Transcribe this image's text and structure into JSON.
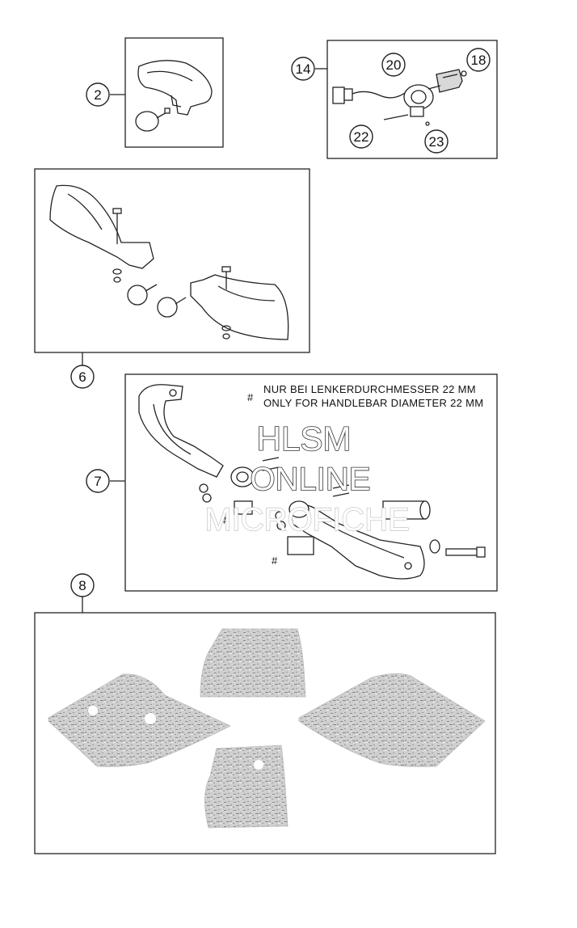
{
  "callouts": {
    "c2": "2",
    "c6": "6",
    "c7": "7",
    "c8": "8",
    "c14": "14",
    "c18": "18",
    "c20": "20",
    "c22": "22",
    "c23": "23"
  },
  "note": {
    "symbol": "#",
    "line_de": "NUR BEI LENKERDURCHMESSER 22 MM",
    "line_en": "ONLY FOR HANDLEBAR DIAMETER 22 MM"
  },
  "hash_marks": [
    "#",
    "#"
  ],
  "watermark": {
    "line1": "HLSM",
    "line2": "ONLINE",
    "line3": "MICROFICHE"
  }
}
